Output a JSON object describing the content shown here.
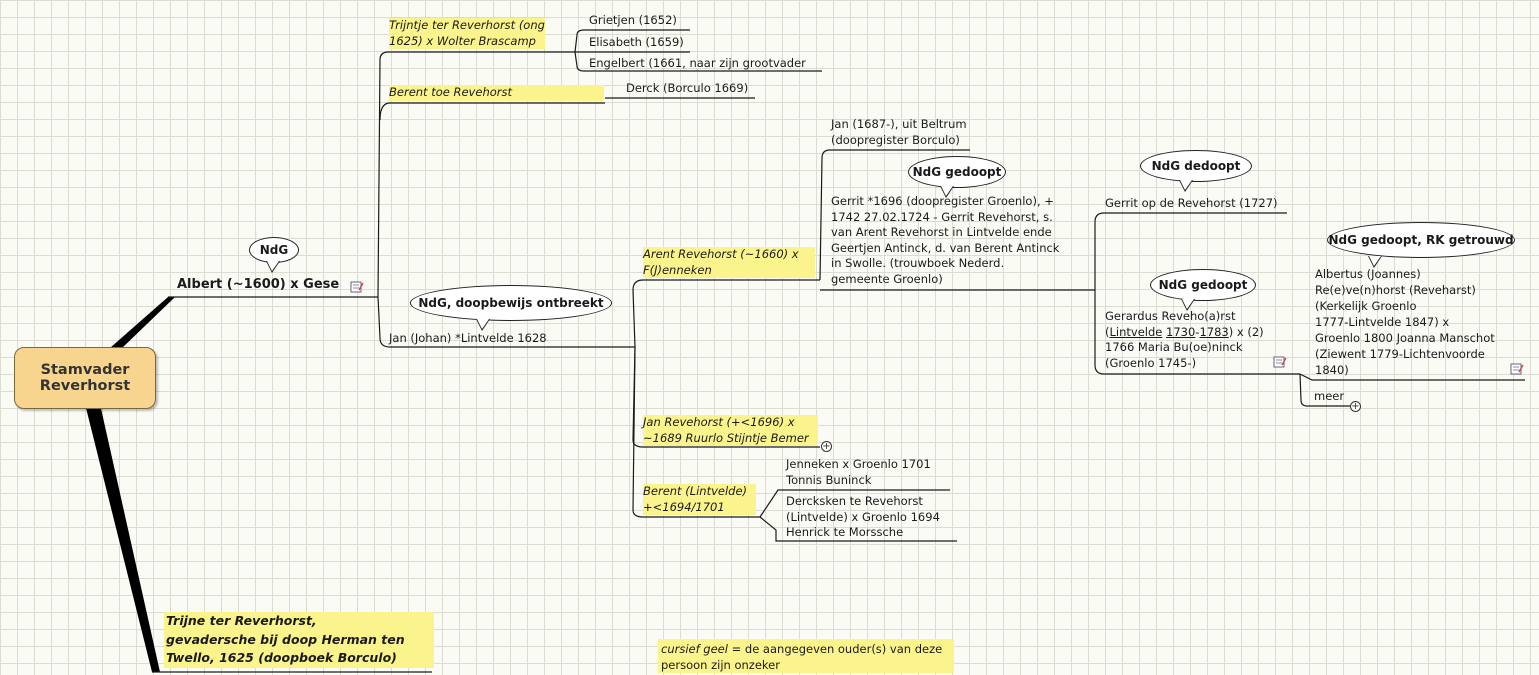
{
  "root": {
    "line1": "Stamvader",
    "line2": "Reverhorst"
  },
  "albert": {
    "label": "Albert (~1600) x Gese",
    "callout": "NdG"
  },
  "trijntje": {
    "line1": "Trijntje ter Reverhorst (ong",
    "line2": "1625) x Wolter Brascamp",
    "children": [
      "Grietjen (1652)",
      "Elisabeth (1659)",
      "Engelbert (1661, naar zijn grootvader"
    ]
  },
  "berent_toe": {
    "label": "Berent toe Revehorst",
    "child": "Derck (Borculo 1669)"
  },
  "jan_johan": {
    "label": "Jan (Johan) *Lintvelde 1628",
    "callout": "NdG, doopbewijs ontbreekt"
  },
  "arent": {
    "line1": "Arent Revehorst (~1660) x",
    "line2": "F(J)enneken",
    "jan1687": {
      "line1": "Jan (1687-), uit Beltrum",
      "line2": "(doopregister Borculo)"
    },
    "gerrit1696": {
      "callout": "NdG gedoopt",
      "lines": [
        "Gerrit *1696 (doopregister Groenlo), +",
        "1742 27.02.1724 - Gerrit Revehorst, s.",
        "van Arent Revehorst in Lintvelde ende",
        "Geertjen Antinck, d. van Berent Antinck",
        "in Swolle. (trouwboek Nederd.",
        "gemeente Groenlo)"
      ]
    }
  },
  "gerrit1727": {
    "callout": "NdG dedoopt",
    "label": "Gerrit op de Revehorst (1727)"
  },
  "gerardus": {
    "callout": "NdG gedoopt",
    "line1": "Gerardus Reveho(a)rst",
    "line2_a": "Lintvelde",
    "line2_b": "1730",
    "line2_sep": "-",
    "line2_c": "1783",
    "line2_d": ") x (2)",
    "line3": "1766 Maria Bu(oe)ninck",
    "line4": "(Groenlo 1745-)",
    "more": "meer"
  },
  "albertus": {
    "callout": "NdG gedoopt, RK getrouwd",
    "lines": [
      "Albertus (Joannes)",
      "Re(e)ve(n)horst (Reveharst)",
      "(Kerkelijk Groenlo",
      "1777-Lintvelde 1847) x",
      "Groenlo 1800 Joanna Manschot",
      "(Ziewent 1779-Lichtenvoorde",
      "1840)"
    ]
  },
  "jan1696": {
    "line1": "Jan Revehorst (+<1696) x",
    "line2": "~1689 Ruurlo Stijntje Bemer"
  },
  "berent_lintvelde": {
    "line1": "Berent (Lintvelde)",
    "line2": "+<1694/1701",
    "child1": {
      "line1": "Jenneken x  Groenlo 1701",
      "line2": "Tonnis Buninck"
    },
    "child2": {
      "line1": "Dercksken te Revehorst",
      "line2": "(Lintvelde) x Groenlo 1694",
      "line3": "Henrick te Morssche"
    }
  },
  "trijne": {
    "line1": "Trijne ter Reverhorst,",
    "line2": "gevadersche bij doop Herman ten",
    "line3": "Twello, 1625 (doopboek Borculo)"
  },
  "legend": {
    "term": "cursief geel",
    "text1": " = de aangegeven ouder(s) van deze",
    "text2": "persoon zijn onzeker"
  },
  "colors": {
    "highlight": "#fbf48c",
    "root_fill": "#f8d58f",
    "line": "#1a1a1a"
  },
  "icons": [
    "note-icon",
    "expand-plus-icon"
  ]
}
